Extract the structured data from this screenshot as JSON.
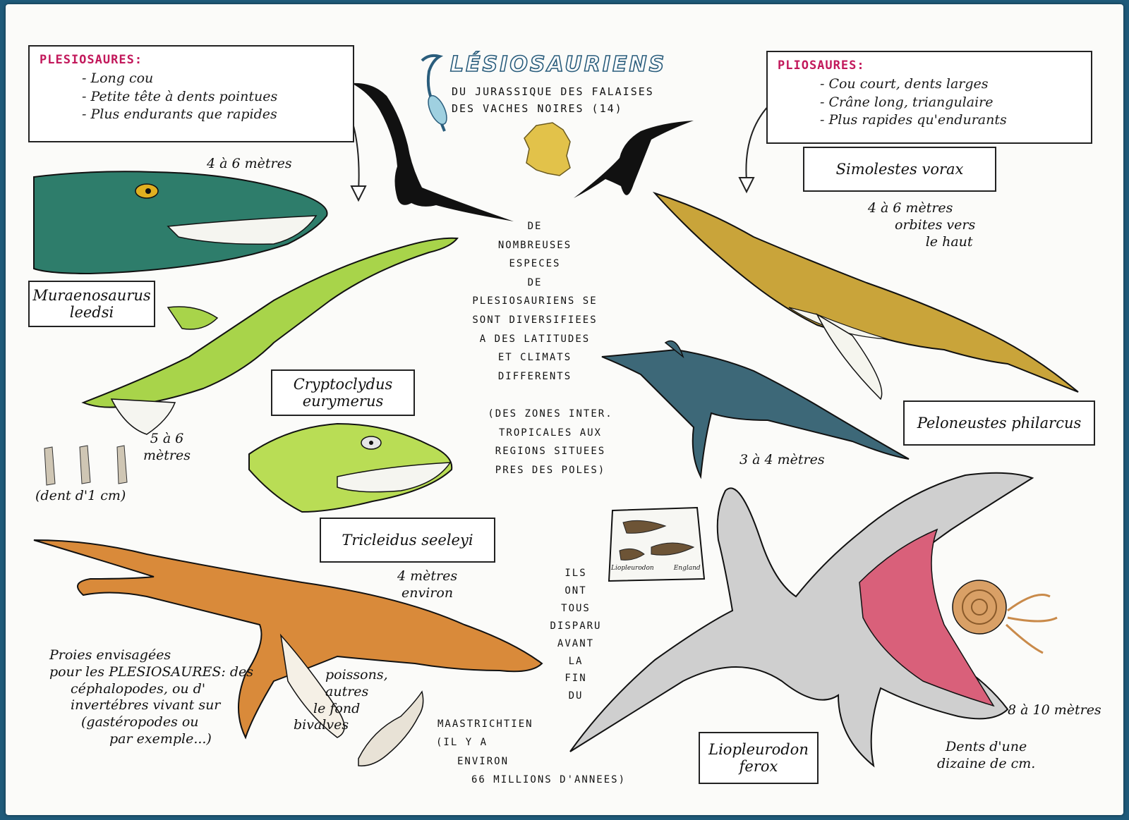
{
  "title": "LÉSIOSAURIENS",
  "subtitle_line1": "DU JURASSIQUE DES FALAISES",
  "subtitle_line2": "DES VACHES NOIRES (14)",
  "plesiosaures": {
    "heading": "PLESIOSAURES:",
    "traits": [
      "- Long cou",
      "- Petite tête à dents pointues",
      "- Plus endurants que rapides"
    ]
  },
  "pliosaures": {
    "heading": "PLIOSAURES:",
    "traits": [
      "- Cou court, dents larges",
      "- Crâne long, triangulaire",
      "- Plus rapides qu'endurants"
    ]
  },
  "species": {
    "muraenosaurus": {
      "name_line1": "Muraenosaurus",
      "name_line2": "leedsi",
      "size": "4 à 6 mètres"
    },
    "cryptoclidus": {
      "name_line1": "Cryptoclydus",
      "name_line2": "eurymerus",
      "size_line1": "5 à 6",
      "size_line2": "mètres"
    },
    "tricleidus": {
      "name": "Tricleidus seeleyi",
      "size_line1": "4 mètres",
      "size_line2": "environ"
    },
    "simolestes": {
      "name": "Simolestes vorax",
      "size_line1": "4 à 6 mètres",
      "size_line2": "orbites vers",
      "size_line3": "le haut"
    },
    "peloneustes": {
      "name": "Peloneustes philarcus",
      "size": "3 à 4 mètres"
    },
    "liopleurodon": {
      "name_line1": "Liopleurodon",
      "name_line2": "ferox",
      "size": "8 à 10 mètres",
      "teeth_line1": "Dents d'une",
      "teeth_line2": "dizaine de cm."
    }
  },
  "tooth_caption": "(dent d'1 cm)",
  "fossil_label_1": "Liopleurodon",
  "fossil_label_2": "England",
  "center_text": [
    "DE",
    "NOMBREUSES",
    "ESPECES",
    "DE",
    "PLESIOSAURIENS SE",
    "SONT DIVERSIFIEES",
    "A DES LATITUDES",
    "ET CLIMATS",
    "DIFFERENTS"
  ],
  "zones_text": [
    "(DES ZONES INTER.",
    "TROPICALES AUX",
    "REGIONS SITUEES",
    "PRES DES POLES)"
  ],
  "extinction_text": [
    "ILS",
    "ONT",
    "TOUS",
    "DISPARU",
    "AVANT",
    "LA",
    "FIN",
    "DU",
    "MAASTRICHTIEN"
  ],
  "extinction_date": [
    "(IL Y A",
    "ENVIRON",
    "66 MILLIONS D'ANNEES)"
  ],
  "prey": {
    "line1": "Proies envisagées",
    "line2": "pour les PLESIOSAURES: des",
    "line3": "céphalopodes, ou d'",
    "line4": "invertébres vivant sur",
    "line5": "(gastéropodes ou",
    "line6": "par exemple...)",
    "fish_line1": "poissons,",
    "fish_line2": "autres",
    "fish_line3": "le fond",
    "fish_line4": "bivalves"
  },
  "colors": {
    "heading": "#c2185b",
    "muraenosaurus": "#2e7d6b",
    "cryptoclidus": "#9ccc3c",
    "tricleidus": "#d98a3a",
    "simolestes": "#c9a43a",
    "peloneustes": "#3d6878",
    "liopleurodon": "#c9c9c9",
    "mouth": "#d9607a",
    "ammonite": "#d9a066"
  }
}
